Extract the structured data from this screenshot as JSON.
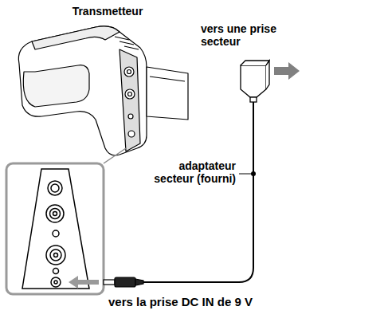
{
  "diagram": {
    "labels": [
      "Transmetteur",
      "vers une prise secteur",
      "adaptateur secteur (fourni)",
      "vers la prise DC IN de 9 V"
    ]
  }
}
